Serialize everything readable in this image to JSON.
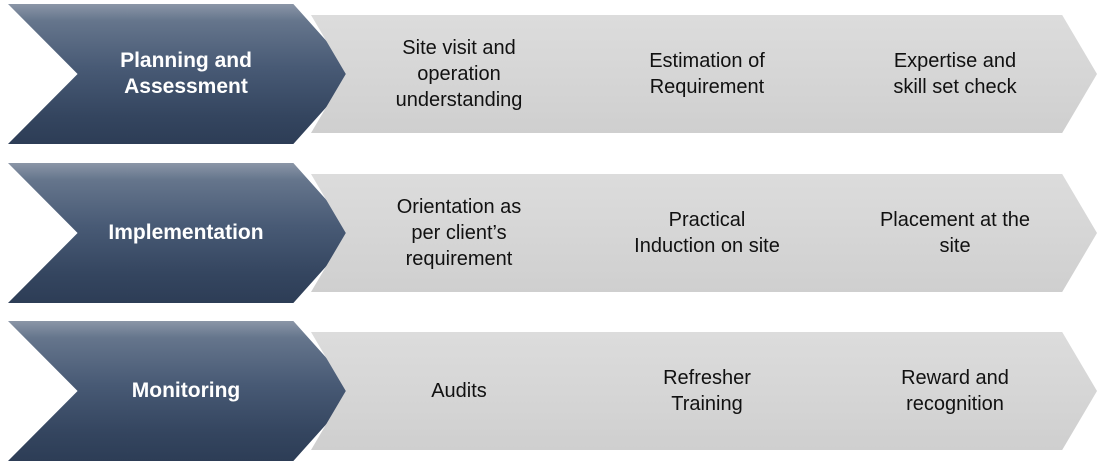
{
  "rows": [
    {
      "stage": "Planning and\nAssessment",
      "steps": [
        "Site visit and\noperation\nunderstanding",
        "Estimation of\nRequirement",
        "Expertise and\nskill set check"
      ]
    },
    {
      "stage": "Implementation",
      "steps": [
        "Orientation as\nper client’s\nrequirement",
        "Practical\nInduction on site",
        "Placement at the\nsite"
      ]
    },
    {
      "stage": "Monitoring",
      "steps": [
        "Audits",
        "Refresher\nTraining",
        "Reward and\nrecognition"
      ]
    }
  ],
  "colors": {
    "stage_fill": "#3b4c67",
    "step_fill": "#d6d6d6",
    "stage_text": "#ffffff",
    "step_text": "#111111"
  }
}
